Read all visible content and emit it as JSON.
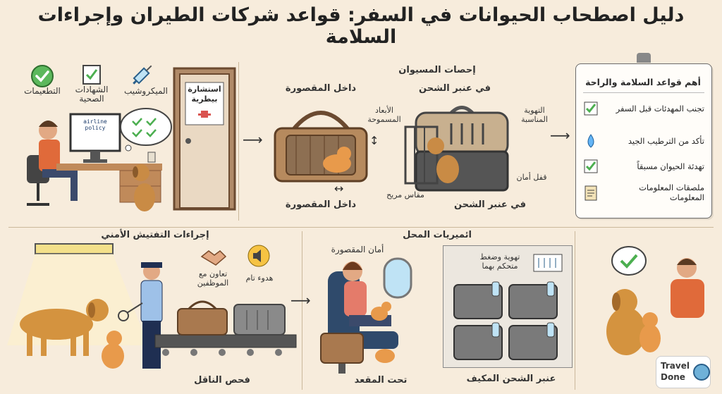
{
  "title": "دليل اصطحاب الحيوانات في السفر: قواعد شركات الطيران وإجراءات السلامة",
  "step1": {
    "items": [
      {
        "label": "التطعيمات"
      },
      {
        "label": "الشهادات الصحية"
      },
      {
        "label": "الميكروشيب"
      }
    ],
    "screen_text": "airline policy",
    "door_sign": "استشارة بيطرية"
  },
  "step2": {
    "header": "إحصات المسيوان",
    "carrier_top": "داخل المقصورة",
    "crate_top": "في عنبر الشحن",
    "dimensions": "الأبعاد المسموحة",
    "ventilation": "التهوية المناسبة",
    "safe_lock": "قفل أمان",
    "comfortable_size": "مقاس مريح",
    "carrier_bottom": "داخل المقصورة",
    "crate_bottom": "في عنبر الشحن"
  },
  "rules": {
    "title": "أهم قواعد السلامة والراحة",
    "items": [
      {
        "text": "تجنب المهدئات قبل السفر",
        "icon": "check-icon"
      },
      {
        "text": "تأكد من الترطيب الجيد",
        "icon": "water-drop-icon"
      },
      {
        "text": "تهدئة الحيوان مسبقاً",
        "icon": "check-icon"
      },
      {
        "text": "ملصقات المعلومات المعلومات",
        "icon": "clipboard-icon"
      }
    ]
  },
  "security": {
    "header": "إجراءات التفتيش الأمني",
    "cooperation": "تعاون مع الموظفين",
    "calm": "هدوء تام",
    "carrier_check": "فحص الناقل"
  },
  "cabin": {
    "header": "ائميريات المحل",
    "cabin_safety": "أمان المقصورة",
    "under_seat": "تحت المقعد",
    "ventilation_pressure": "تهوية وضغط متحكم بهما",
    "cargo_hold": "عنبر الشحن المكيف"
  },
  "brand": {
    "line1": "Travel",
    "line2": "Done"
  },
  "colors": {
    "accent_green": "#4caf50",
    "wood": "#c9a27a",
    "brown": "#8a5a3b"
  }
}
